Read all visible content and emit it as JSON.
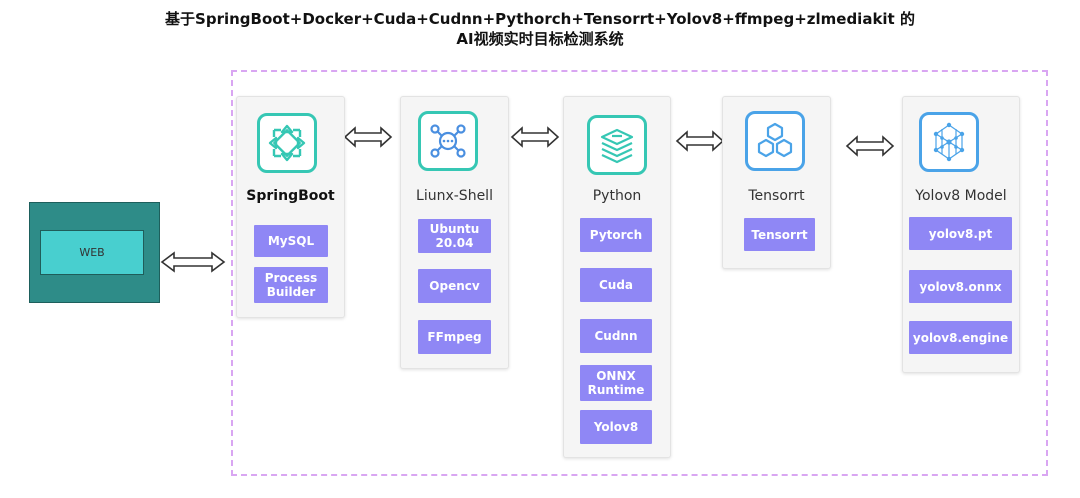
{
  "title": {
    "line1": "基于SpringBoot+Docker+Cuda+Cudnn+Pythorch+Tensorrt+Yolov8+ffmpeg+zlmediakit 的",
    "line2": "AI视频实时目标检测系统"
  },
  "web": {
    "label": "WEB"
  },
  "cards": {
    "springboot": {
      "title": "SpringBoot",
      "icon": "springboot-icon",
      "chips": [
        "MySQL",
        "Process Builder"
      ]
    },
    "shell": {
      "title": "Liunx-Shell",
      "icon": "network-hub-icon",
      "chips": [
        "Ubuntu 20.04",
        "Opencv",
        "FFmpeg"
      ]
    },
    "python": {
      "title": "Python",
      "icon": "layers-stack-icon",
      "chips": [
        "Pytorch",
        "Cuda",
        "Cudnn",
        "ONNX Runtime",
        "Yolov8"
      ]
    },
    "tensorrt": {
      "title": "Tensorrt",
      "icon": "hexagons-icon",
      "chips": [
        "Tensorrt"
      ]
    },
    "yolov8": {
      "title": "Yolov8 Model",
      "icon": "neural-network-icon",
      "chips": [
        "yolov8.pt",
        "yolov8.onnx",
        "yolov8.engine"
      ]
    }
  },
  "colors": {
    "frame": "#d9a6f2",
    "chip": "#8f87f5",
    "icon": "#36c7b4",
    "web_outer": "#2e8c88",
    "web_inner": "#48cfcf"
  }
}
